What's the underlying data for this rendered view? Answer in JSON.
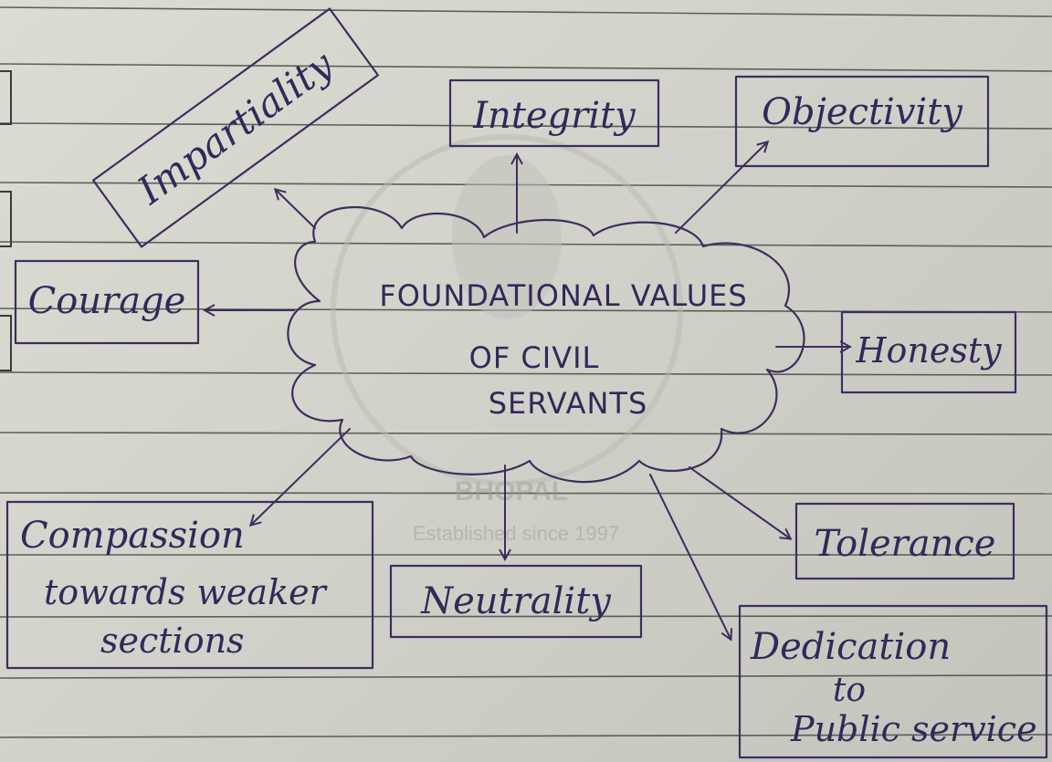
{
  "center": {
    "lines": [
      "FOUNDATIONAL VALUES",
      "OF CIVIL",
      "SERVANTS"
    ]
  },
  "values": {
    "integrity": "Integrity",
    "objectivity": "Objectivity",
    "impartiality": "Impartiality",
    "courage": "Courage",
    "honesty": "Honesty",
    "compassion": [
      "Compassion",
      "towards weaker",
      "sections"
    ],
    "neutrality": "Neutrality",
    "tolerance": "Tolerance",
    "dedication": [
      "Dedication",
      "to",
      "Public service"
    ]
  },
  "watermark": {
    "name": "BHOPAL",
    "established": "Established since 1997"
  },
  "colors": {
    "ink": "#3b2f5e",
    "paper": "#d8d8d0",
    "rule": "#4a4a4a"
  }
}
